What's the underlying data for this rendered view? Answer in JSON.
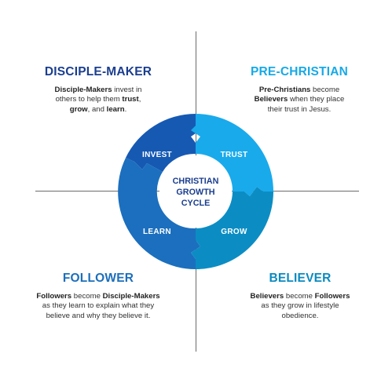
{
  "quadrants": {
    "disciple_maker": {
      "title": "DISCIPLE-MAKER",
      "text": [
        [
          {
            "t": "Disciple-Makers",
            "b": true
          },
          {
            "t": " invest in",
            "b": false
          }
        ],
        [
          {
            "t": "others to help them ",
            "b": false
          },
          {
            "t": "trust",
            "b": true
          },
          {
            "t": ",",
            "b": false
          }
        ],
        [
          {
            "t": "grow",
            "b": true
          },
          {
            "t": ", and ",
            "b": false
          },
          {
            "t": "learn",
            "b": true
          },
          {
            "t": ".",
            "b": false
          }
        ]
      ]
    },
    "pre_christian": {
      "title": "PRE-CHRISTIAN",
      "text": [
        [
          {
            "t": "Pre-Christians",
            "b": true
          },
          {
            "t": " become",
            "b": false
          }
        ],
        [
          {
            "t": "Believers",
            "b": true
          },
          {
            "t": " when they place",
            "b": false
          }
        ],
        [
          {
            "t": "their trust in Jesus.",
            "b": false
          }
        ]
      ]
    },
    "follower": {
      "title": "FOLLOWER",
      "text": [
        [
          {
            "t": "Followers",
            "b": true
          },
          {
            "t": " become ",
            "b": false
          },
          {
            "t": "Disciple-Makers",
            "b": true
          }
        ],
        [
          {
            "t": "as they learn to explain what they",
            "b": false
          }
        ],
        [
          {
            "t": "believe and why they believe it.",
            "b": false
          }
        ]
      ]
    },
    "believer": {
      "title": "BELIEVER",
      "text": [
        [
          {
            "t": "Believers",
            "b": true
          },
          {
            "t": " become ",
            "b": false
          },
          {
            "t": "Followers",
            "b": true
          }
        ],
        [
          {
            "t": "as they grow in lifestyle",
            "b": false
          }
        ],
        [
          {
            "t": "obedience.",
            "b": false
          }
        ]
      ]
    }
  },
  "cycle": {
    "center": [
      "CHRISTIAN",
      "GROWTH",
      "CYCLE"
    ],
    "segments": {
      "invest": {
        "label": "INVEST",
        "color": "#1659b3"
      },
      "trust": {
        "label": "TRUST",
        "color": "#19aaec"
      },
      "grow": {
        "label": "GROW",
        "color": "#0b8dc4"
      },
      "learn": {
        "label": "LEARN",
        "color": "#1b6fbe"
      }
    }
  }
}
